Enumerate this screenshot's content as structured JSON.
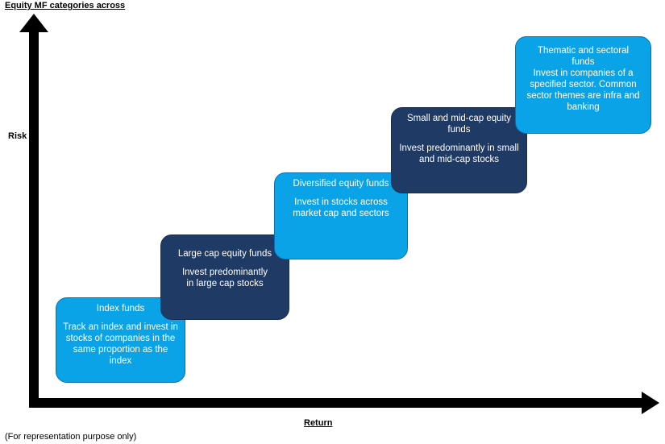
{
  "title": "Equity MF categories across",
  "axes": {
    "y_label": "Risk",
    "x_label": "Return"
  },
  "note": "(For representation purpose only)",
  "colors": {
    "light_box": "#0aa3e8",
    "dark_box": "#1f3a64",
    "axis": "#000000"
  },
  "boxes": [
    {
      "title": "Index funds",
      "description": "Track an index and invest in stocks of companies in the same proportion as the index",
      "style": "light"
    },
    {
      "title": "Large cap equity funds",
      "description": "Invest predominantly in large cap stocks",
      "style": "dark"
    },
    {
      "title": "Diversified equity funds",
      "description": "Invest in stocks across market cap and sectors",
      "style": "light"
    },
    {
      "title": "Small and mid-cap equity funds",
      "description": "Invest predominantly in small and mid-cap stocks",
      "style": "dark"
    },
    {
      "title": "Thematic and sectoral funds",
      "description": "Invest in companies of a specified sector. Common sector themes are infra and banking",
      "style": "light"
    }
  ]
}
